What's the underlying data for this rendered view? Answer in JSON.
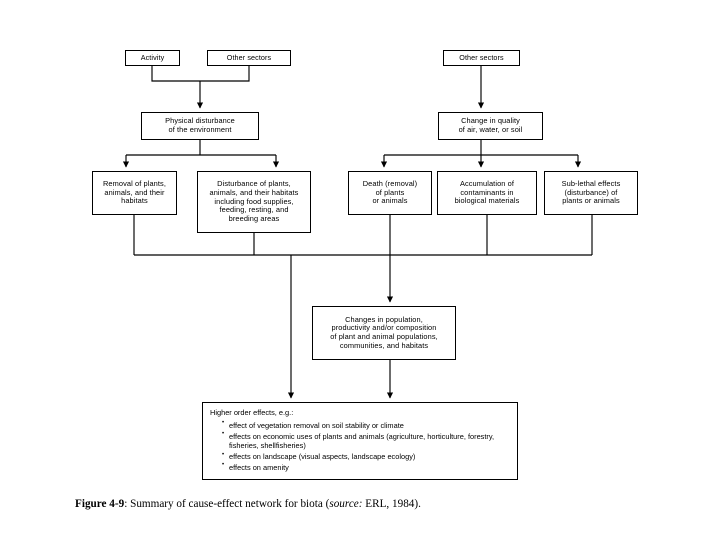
{
  "figure": {
    "caption_number": "Figure 4-9",
    "caption_separator": ": ",
    "caption_main": "Summary of cause-effect network for biota (",
    "caption_source_label": "source:",
    "caption_source_value": " ERL, 1984).",
    "background_color": "#ffffff",
    "line_color": "#000000",
    "box_border_color": "#000000"
  },
  "nodes": {
    "activity": "Activity",
    "other_sectors_left": "Other sectors",
    "other_sectors_right": "Other sectors",
    "physical_disturbance": "Physical disturbance\nof the environment",
    "change_in_quality": "Change in quality\nof air, water, or soil",
    "removal": "Removal of plants,\nanimals, and their\nhabitats",
    "disturbance": "Disturbance of plants,\nanimals, and their habitats\nincluding food supplies,\nfeeding, resting, and\nbreeding areas",
    "death": "Death (removal)\nof plants\nor animals",
    "accumulation": "Accumulation of\ncontaminants in\nbiological materials",
    "sublethal": "Sub-lethal effects\n(disturbance) of\nplants or animals",
    "changes_in_population": "Changes in population,\nproductivity and/or composition\nof plant and animal populations,\ncommunities, and habitats"
  },
  "higher_order_effects": {
    "title": "Higher order effects, e.g.:",
    "items": [
      "effect of vegetation removal on soil stability or climate",
      "effects on economic uses of plants and animals (agriculture, horticulture, forestry, fisheries, shellfisheries)",
      "effects on landscape (visual aspects, landscape ecology)",
      "effects on amenity"
    ]
  }
}
